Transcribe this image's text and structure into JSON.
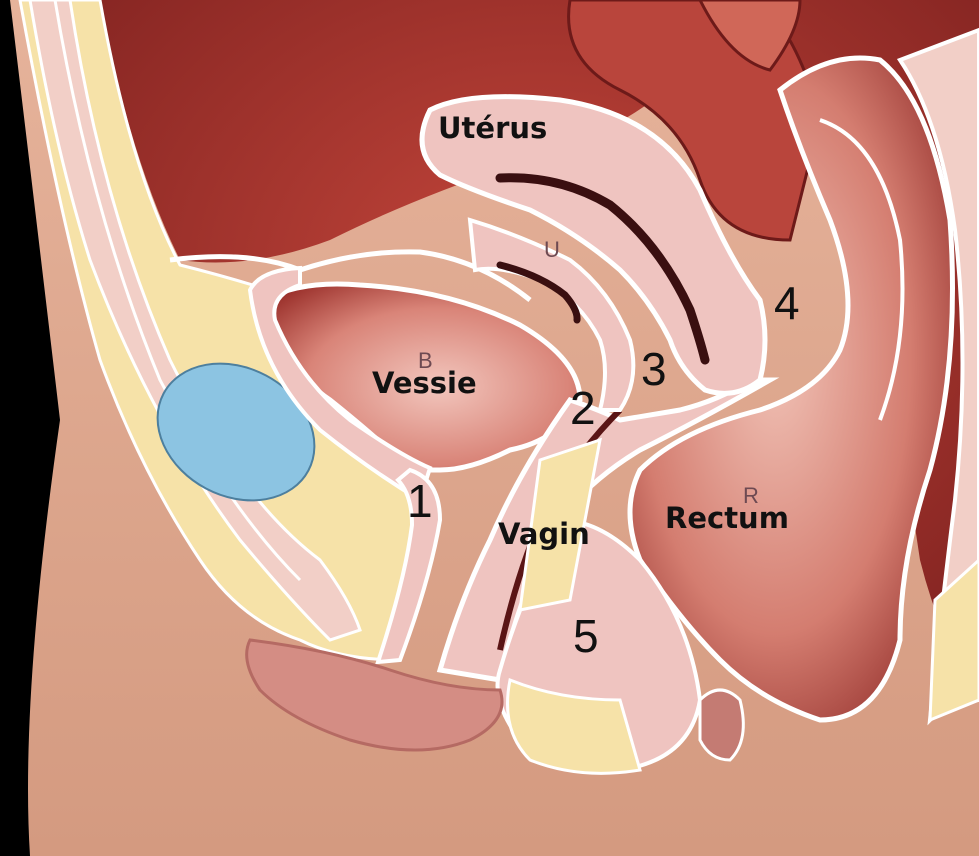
{
  "labels": {
    "uterus": "Utérus",
    "bladder": "Vessie",
    "vagina": "Vagin",
    "rectum": "Rectum",
    "u_mark": "U",
    "b_mark": "B",
    "r_mark": "R",
    "n1": "1",
    "n2": "2",
    "n3": "3",
    "n4": "4",
    "n5": "5"
  },
  "colors": {
    "skin": "#dba38a",
    "skin_shade": "#c17e6c",
    "cavity": "#a8332d",
    "cavity_dark": "#7a1f1e",
    "organ_pink": "#efc4c0",
    "organ_light": "#f9e3de",
    "fat_yellow": "#f6e2a8",
    "bone_blue": "#8cc4e2",
    "outline": "#ffffff"
  }
}
